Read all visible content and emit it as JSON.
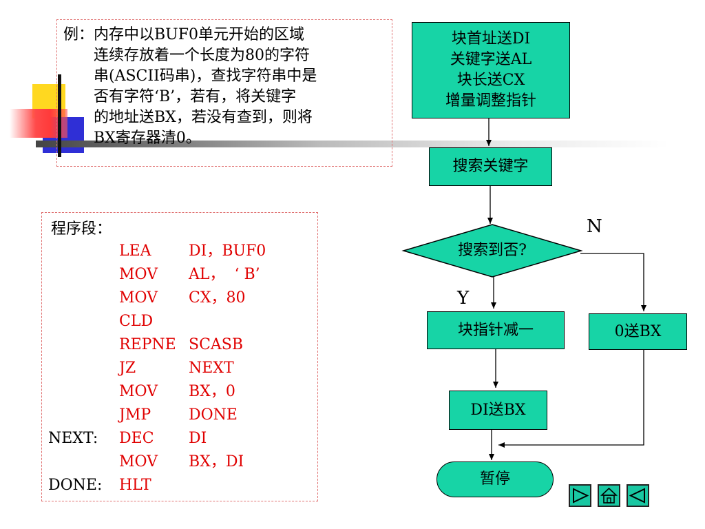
{
  "example": {
    "lines": [
      "例：内存中以BUF0单元开始的区域",
      "连续存放着一个长度为80的字符",
      "串(ASCII码串)，查找字符串中是",
      "否有字符‘B’，若有，将关键字",
      "的地址送BX，若没有查到，则将",
      "BX寄存器清0。"
    ]
  },
  "code": {
    "title": "程序段：",
    "lines": [
      {
        "label": "",
        "op": "LEA",
        "arg": "DI，BUF0"
      },
      {
        "label": "",
        "op": "MOV",
        "arg": "AL，  ‘ B’"
      },
      {
        "label": "",
        "op": "MOV",
        "arg": "CX，80"
      },
      {
        "label": "",
        "op": "CLD",
        "arg": ""
      },
      {
        "label": "",
        "op": "REPNE",
        "arg": "SCASB"
      },
      {
        "label": "",
        "op": "JZ",
        "arg": "NEXT"
      },
      {
        "label": "",
        "op": "MOV",
        "arg": "BX，0"
      },
      {
        "label": "",
        "op": "JMP",
        "arg": "DONE"
      },
      {
        "label": "NEXT:",
        "op": "DEC",
        "arg": "DI"
      },
      {
        "label": "",
        "op": "MOV",
        "arg": "BX，DI"
      },
      {
        "label": "DONE:",
        "op": "HLT",
        "arg": ""
      }
    ]
  },
  "flowchart": {
    "init": [
      "块首址送DI",
      "关键字送AL",
      "块长送CX",
      "增量调整指针"
    ],
    "search": "搜索关键字",
    "decision": "搜索到否?",
    "yes_label": "Y",
    "no_label": "N",
    "dec_ptr": "块指针减一",
    "zero_bx": "0送BX",
    "di_to_bx": "DI送BX",
    "halt": "暂停"
  },
  "colors": {
    "box_fill": "#17d4a6",
    "code_red": "#e00000",
    "dashed_border": "#e07070"
  },
  "nav": {
    "icons": [
      "next-arrow-icon",
      "home-icon",
      "prev-arrow-icon"
    ]
  }
}
